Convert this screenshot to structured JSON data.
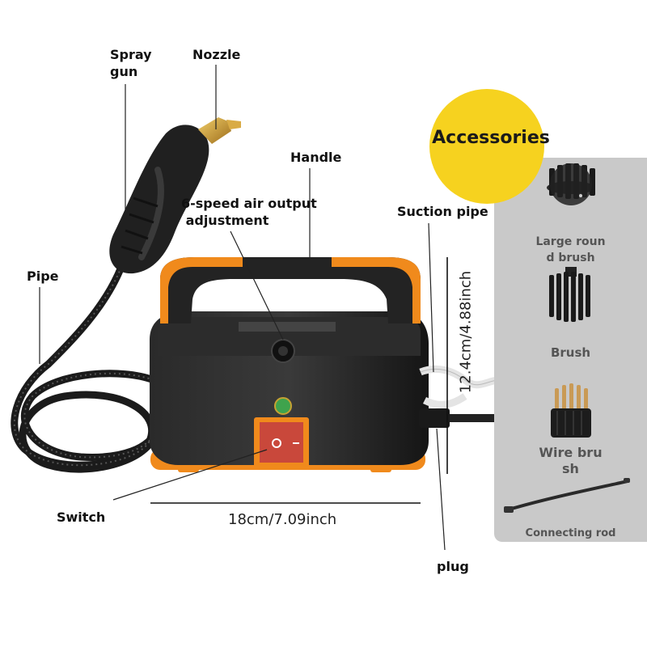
{
  "labels": {
    "spray_gun": "Spray\ngun",
    "nozzle": "Nozzle",
    "handle": "Handle",
    "air_output": "6-speed air output\n adjustment",
    "suction_pipe": "Suction pipe",
    "pipe": "Pipe",
    "switch": "Switch",
    "plug": "plug"
  },
  "dimensions": {
    "width": "18cm/7.09inch",
    "height": "12.4cm/4.88inch"
  },
  "accessories": {
    "title": "Accessories",
    "items": [
      {
        "label": "Large roun\nd brush",
        "icon": "large-round-brush-icon"
      },
      {
        "label": "Brush",
        "icon": "brush-icon"
      },
      {
        "label": "Wire bru\nsh",
        "icon": "wire-brush-icon"
      },
      {
        "label": "Connecting rod",
        "icon": "connecting-rod-icon"
      }
    ]
  },
  "colors": {
    "accent_orange": "#f08a1c",
    "body_black": "#1c1c1c",
    "panel_gray": "#c9c9c9",
    "circle_yellow": "#f6d21f",
    "switch_red": "#c9483b",
    "indicator_green": "#3fa34d",
    "nozzle_brass": "#c9952f"
  }
}
